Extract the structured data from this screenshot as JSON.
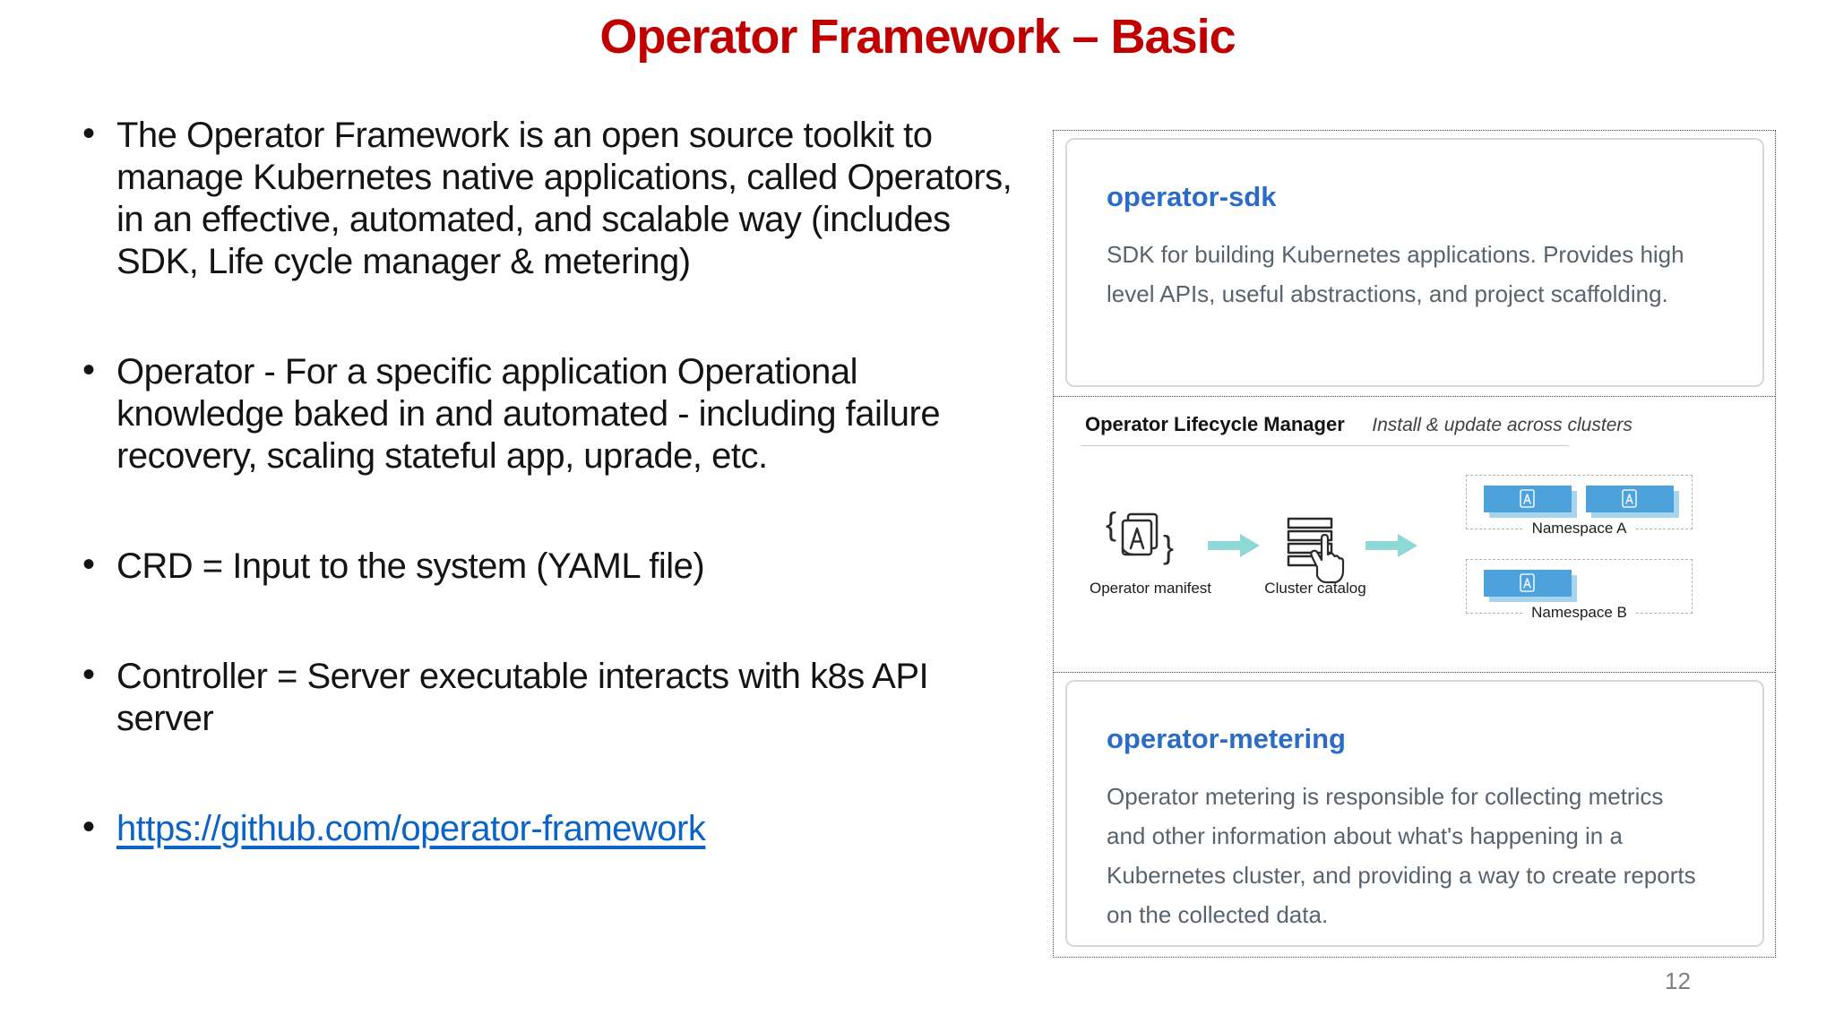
{
  "slide": {
    "title": "Operator Framework – Basic",
    "page_number": "12",
    "bullets": [
      {
        "text": "The Operator Framework is an open source toolkit to manage Kubernetes native applications, called Operators, in an effective, automated, and scalable way (includes SDK, Life cycle manager & metering)"
      },
      {
        "text": "Operator - For a specific application Operational knowledge baked in and automated - including failure recovery, scaling stateful app, uprade, etc."
      },
      {
        "text": "CRD = Input to the system (YAML file)"
      },
      {
        "text": "Controller = Server executable interacts with k8s API server"
      },
      {
        "text": "https://github.com/operator-framework"
      }
    ]
  },
  "panel": {
    "sdk_card": {
      "title": "operator-sdk",
      "description": "SDK for building Kubernetes applications. Provides high level APIs, useful abstractions, and project scaffolding."
    },
    "olm": {
      "title": "Operator Lifecycle Manager",
      "subtitle": "Install & update across clusters",
      "manifest_label": "Operator manifest",
      "catalog_label": "Cluster catalog",
      "namespace_a_label": "Namespace A",
      "namespace_b_label": "Namespace B"
    },
    "metering_card": {
      "title": "operator-metering",
      "description": "Operator metering is responsible for collecting metrics and other information about what's happening in a Kubernetes cluster, and providing a way to create reports on the collected data."
    }
  },
  "colors": {
    "title_red": "#C00000",
    "link_blue": "#0B63C5",
    "card_title_blue": "#2B6CC8",
    "card_text_gray": "#59636E",
    "chip_blue": "#4DA2DB",
    "chip_shadow_blue": "#A9D4EE",
    "arrow_teal": "#8FD8D5"
  }
}
